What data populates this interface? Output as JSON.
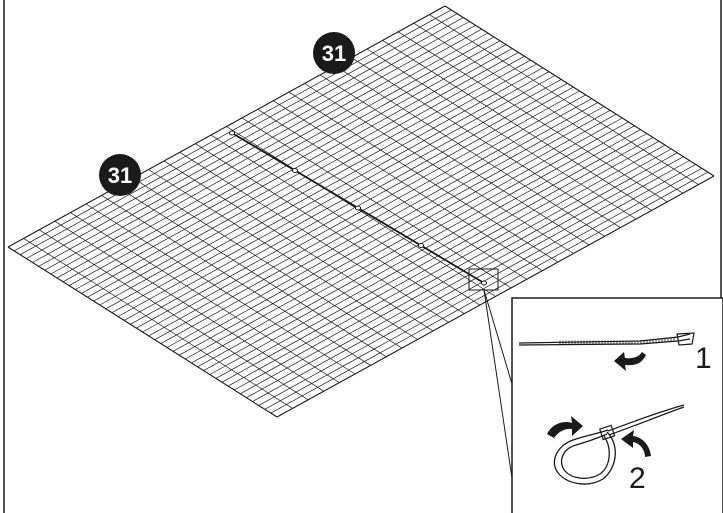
{
  "diagram": {
    "part_badges": [
      {
        "id": "badge-top",
        "label": "31"
      },
      {
        "id": "badge-left",
        "label": "31"
      }
    ],
    "detail": {
      "steps": [
        {
          "id": "step-1",
          "label": "1"
        },
        {
          "id": "step-2",
          "label": "2"
        }
      ]
    },
    "colors": {
      "ink": "#1a1a1a",
      "paper": "#ffffff"
    },
    "mesh": {
      "rows": 28,
      "cols": 44,
      "cable_ties_along_seam": 5
    }
  }
}
